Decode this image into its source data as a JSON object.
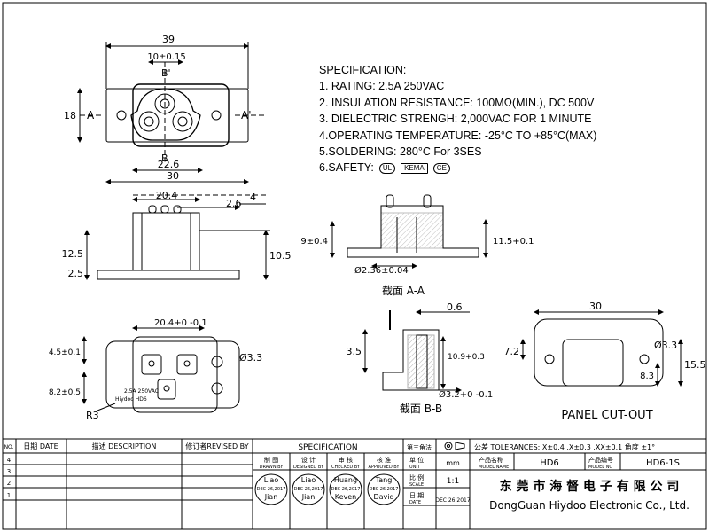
{
  "spec": {
    "title": "SPECIFICATION:",
    "lines": [
      "1. RATING: 2.5A 250VAC",
      "2. INSULATION RESISTANCE: 100MΩ(MIN.), DC 500V",
      "3. DIELECTRIC STRENGH: 2,000VAC FOR 1 MINUTE",
      "4.OPERATING TEMPERATURE: -25°C TO +85°C(MAX)",
      "5.SOLDERING: 280°C For 3SES"
    ],
    "safety_label": "6.SAFETY:",
    "safety_marks": [
      "UL",
      "KEMA",
      "CE"
    ]
  },
  "top_view": {
    "dims": {
      "width": "39",
      "pin_pitch": "10±0.15",
      "height": "18",
      "inner": "22.6",
      "body": "30"
    },
    "section_marks": {
      "a_left": "A",
      "a_right": "A'",
      "b_top": "B'",
      "b_bottom": "B"
    }
  },
  "side_view": {
    "dims": {
      "overall": "20.4",
      "pin_gap": "2.6",
      "pin_top": "4",
      "left_h": "12.5",
      "left_h2": "2.5",
      "right_h": "10.5"
    }
  },
  "section_aa": {
    "dims": {
      "height": "9±0.4",
      "right_h": "11.5+0.1",
      "hole": "Ø2.36±0.04"
    },
    "caption": "截面 A-A"
  },
  "bottom_view": {
    "dims": {
      "width": "20.4+0 -0.1",
      "hole": "Ø3.3",
      "pin_top": "4.5±0.1",
      "pin_off": "8.2±0.5",
      "radius": "R3"
    },
    "labels": {
      "rating": "2.5A 250VAC",
      "brand": "Hiydoo HD6"
    }
  },
  "section_bb": {
    "dims": {
      "thick": "0.6",
      "height": "3.5",
      "h2": "10.9+0.3",
      "hole": "Ø3.2+0 -0.1"
    },
    "caption": "截面 B-B"
  },
  "panel_cutout": {
    "dims": {
      "width": "30",
      "hole": "Ø3.3",
      "left": "7.2",
      "inner": "8.3",
      "height": "15.5"
    },
    "caption": "PANEL CUT-OUT"
  },
  "title_block": {
    "rev_headers": {
      "no": "NO.",
      "date": "日期 DATE",
      "desc": "描述 DESCRIPTION",
      "revised": "修订者REVISED BY"
    },
    "rev_rows": [
      "4",
      "3",
      "2",
      "1"
    ],
    "spec_header": "SPECIFICATION",
    "angle": "第三角法",
    "tolerance": "公差 TOLERANCES: X±0.4  .X±0.3  .XX±0.1 角度 ±1°",
    "role_cn": [
      "制 图",
      "设 计",
      "审 核",
      "核 准"
    ],
    "role_en": [
      "DRAWN BY",
      "DESIGNED BY",
      "CHECKED BY",
      "APPROVED BY"
    ],
    "signers": [
      {
        "name": "Liao",
        "date": "DEC 26,2017",
        "name2": "Jian"
      },
      {
        "name": "Liao",
        "date": "DEC 26,2017",
        "name2": "Jian"
      },
      {
        "name": "Huang",
        "date": "DEC 26,2017",
        "name2": "Keven"
      },
      {
        "name": "Tang",
        "date": "DEC 26,2017",
        "name2": "David"
      }
    ],
    "unit_cn": "单 位",
    "unit_en": "UNIT",
    "unit": "mm",
    "scale_cn": "比 例",
    "scale_en": "SCALE",
    "scale": "1:1",
    "date_cn": "日 期",
    "date_en": "DATE",
    "date": "DEC 26,2017",
    "product_name_label": "产品名称",
    "product_name_label_en": "MODEL NAME",
    "product_name": "HD6",
    "model_no_label": "产品编号",
    "model_no_label_en": "MODEL NO",
    "model_no": "HD6-1S",
    "company_cn": "东 莞 市 海 督 电 子 有 限 公 司",
    "company_en": "DongGuan Hiydoo Electronic  Co., Ltd."
  }
}
